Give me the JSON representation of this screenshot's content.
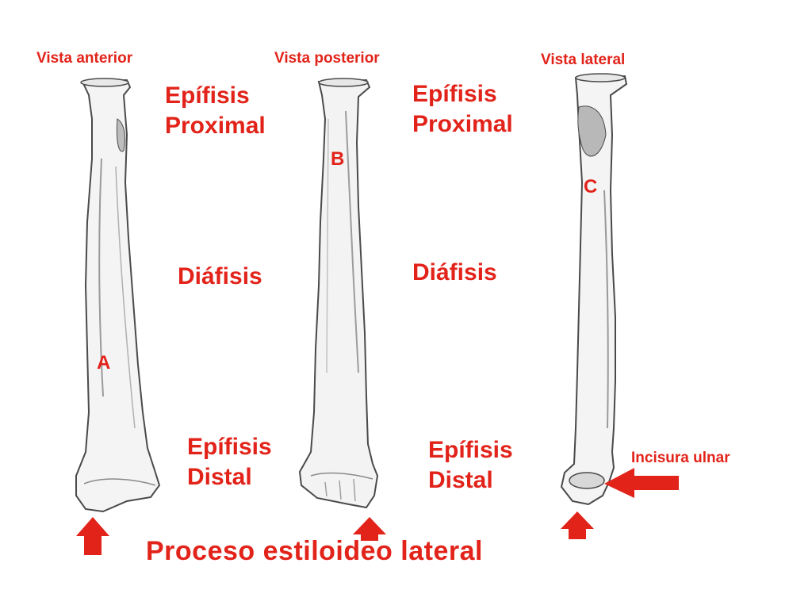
{
  "views": [
    {
      "title": "Vista anterior",
      "letter": "A"
    },
    {
      "title": "Vista posterior",
      "letter": "B"
    },
    {
      "title": "Vista lateral",
      "letter": "C"
    }
  ],
  "labels": {
    "proximal_epiphysis_line1": "Epífisis",
    "proximal_epiphysis_line2": "Proximal",
    "diaphysis": "Diáfisis",
    "distal_epiphysis_line1": "Epífisis",
    "distal_epiphysis_line2": "Distal",
    "ulnar_notch": "Incisura ulnar",
    "styloid_process": "Proceso estiloideo lateral"
  },
  "colors": {
    "annotation": "#e2231a",
    "bone_fill": "#f4f4f4",
    "bone_outline": "#4a4a4a"
  }
}
